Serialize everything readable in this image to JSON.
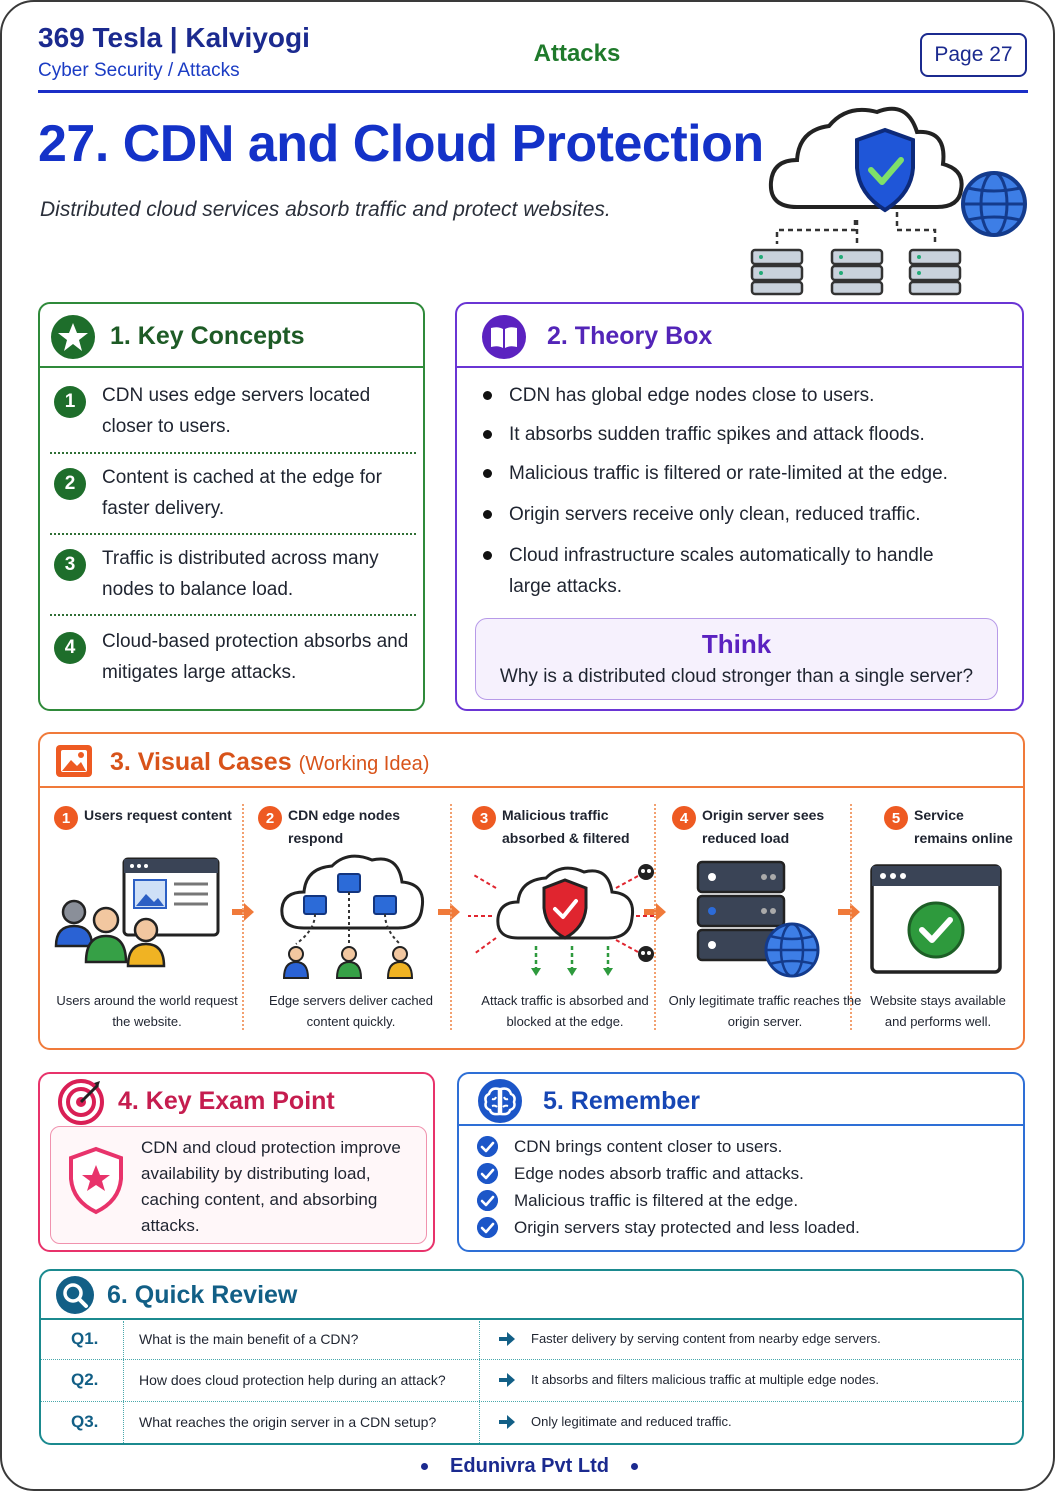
{
  "header": {
    "brand": "369 Tesla | Kalviyogi",
    "breadcrumb": "Cyber Security / Attacks",
    "section": "Attacks",
    "page_label": "Page 27"
  },
  "title": "27. CDN and Cloud Protection",
  "subtitle": "Distributed cloud services absorb traffic and protect websites.",
  "key_concepts": {
    "title": "1. Key Concepts",
    "items": [
      {
        "num": "1",
        "text": "CDN uses edge servers located closer to users."
      },
      {
        "num": "2",
        "text": "Content is cached at the edge for faster delivery."
      },
      {
        "num": "3",
        "text": "Traffic is distributed across many nodes to balance load."
      },
      {
        "num": "4",
        "text": "Cloud-based protection absorbs and mitigates large attacks."
      }
    ]
  },
  "theory": {
    "title": "2. Theory Box",
    "items": [
      "CDN has global edge nodes close to users.",
      "It absorbs sudden traffic spikes and attack floods.",
      "Malicious traffic is filtered or rate-limited at the edge.",
      "Origin servers receive only clean, reduced traffic.",
      "Cloud infrastructure scales automatically to handle large attacks."
    ],
    "think_heading": "Think",
    "think_question": "Why is a distributed cloud stronger than a single server?"
  },
  "visual_cases": {
    "title": "3. Visual Cases",
    "title_sub": "(Working Idea)",
    "steps": [
      {
        "num": "1",
        "label": "Users request content",
        "caption": "Users around the world request the website."
      },
      {
        "num": "2",
        "label": "CDN edge nodes respond",
        "caption": "Edge servers deliver cached content quickly."
      },
      {
        "num": "3",
        "label": "Malicious traffic absorbed & filtered",
        "caption": "Attack traffic is absorbed and blocked at the edge."
      },
      {
        "num": "4",
        "label": "Origin server sees reduced load",
        "caption": "Only legitimate traffic reaches the origin server."
      },
      {
        "num": "5",
        "label": "Service remains online",
        "caption": "Website stays available and performs well."
      }
    ]
  },
  "exam_point": {
    "title": "4. Key Exam Point",
    "text": "CDN and cloud protection improve availability by distributing load, caching content, and absorbing attacks."
  },
  "remember": {
    "title": "5. Remember",
    "items": [
      "CDN brings content closer to users.",
      "Edge nodes absorb traffic and attacks.",
      "Malicious traffic is filtered at the edge.",
      "Origin servers stay protected and less loaded."
    ]
  },
  "quick_review": {
    "title": "6. Quick Review",
    "rows": [
      {
        "num": "Q1.",
        "question": "What is the main benefit of a CDN?",
        "answer": "Faster delivery by serving content from nearby edge servers."
      },
      {
        "num": "Q2.",
        "question": "How does cloud protection help during an attack?",
        "answer": "It absorbs and filters malicious traffic at multiple edge nodes."
      },
      {
        "num": "Q3.",
        "question": "What reaches the origin server in a CDN setup?",
        "answer": "Only legitimate and reduced traffic."
      }
    ]
  },
  "footer": "Edunivra Pvt Ltd",
  "colors": {
    "brand_navy": "#1b2a8f",
    "title_blue": "#1432c8",
    "green": "#2f8a3a",
    "purple": "#6a35d4",
    "orange": "#f07a3a",
    "pink": "#e8336b",
    "blue": "#2e6fd6",
    "teal": "#1b8a8f"
  },
  "icons": [
    "cloud-shield-icon",
    "globe-icon",
    "server-icon",
    "star-badge-icon",
    "book-icon",
    "image-icon",
    "target-icon",
    "brain-icon",
    "search-icon",
    "shield-star-icon",
    "check-icon",
    "skull-icon",
    "arrow-right-icon"
  ]
}
